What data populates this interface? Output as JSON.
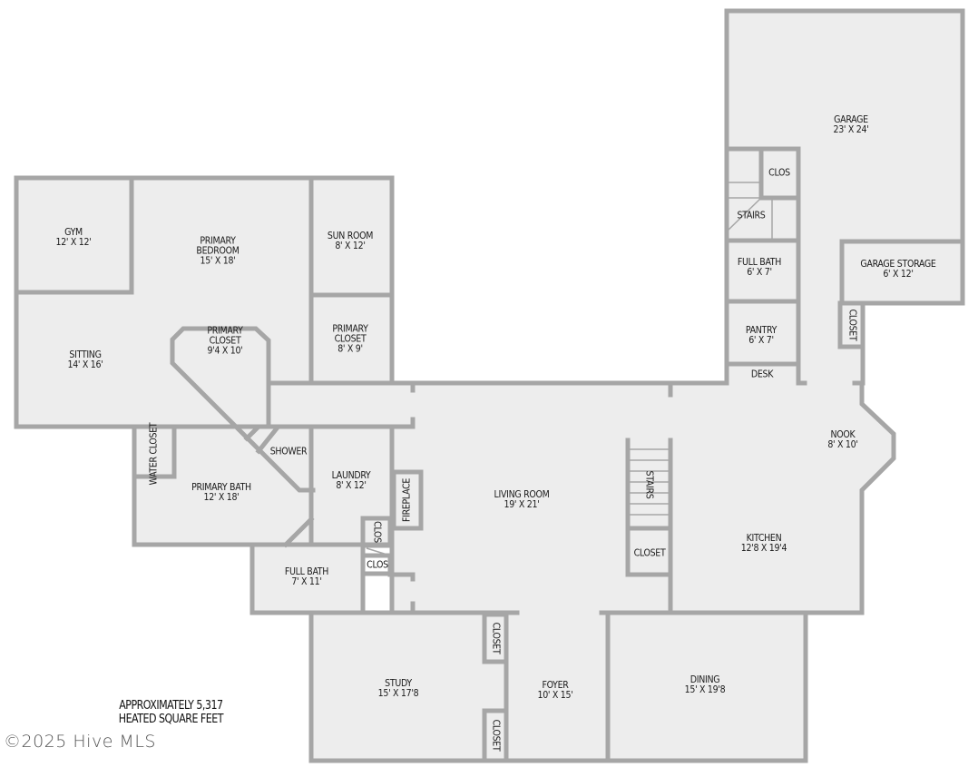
{
  "floorplan": {
    "rooms": [
      {
        "id": "gym",
        "name": "GYM",
        "dims": "12' X 12'"
      },
      {
        "id": "primary-bedroom",
        "name": "PRIMARY BEDROOM",
        "name_lines": [
          "PRIMARY",
          "BEDROOM"
        ],
        "dims": "15' X 18'"
      },
      {
        "id": "sun-room",
        "name": "SUN ROOM",
        "dims": "8' X 12'"
      },
      {
        "id": "sitting",
        "name": "SITTING",
        "dims": "14' X 16'"
      },
      {
        "id": "primary-closet-1",
        "name": "PRIMARY CLOSET",
        "name_lines": [
          "PRIMARY",
          "CLOSET"
        ],
        "dims": "9'4 X 10'"
      },
      {
        "id": "primary-closet-2",
        "name": "PRIMARY CLOSET",
        "name_lines": [
          "PRIMARY",
          "CLOSET"
        ],
        "dims": "8' X 9'"
      },
      {
        "id": "water-closet",
        "name": "WATER CLOSET",
        "name_lines": [
          "WATER",
          "CLOSET"
        ]
      },
      {
        "id": "shower",
        "name": "SHOWER"
      },
      {
        "id": "primary-bath",
        "name": "PRIMARY BATH",
        "dims": "12' X 18'"
      },
      {
        "id": "laundry",
        "name": "LAUNDRY",
        "dims": "8' X 12'"
      },
      {
        "id": "fireplace",
        "name": "FIREPLACE"
      },
      {
        "id": "clos-laundry",
        "name": "CLOS"
      },
      {
        "id": "clos-hall",
        "name": "CLOS"
      },
      {
        "id": "full-bath-1",
        "name": "FULL BATH",
        "dims": "7' X 11'"
      },
      {
        "id": "living-room",
        "name": "LIVING ROOM",
        "dims": "19' X 21'"
      },
      {
        "id": "stairs-main",
        "name": "STAIRS"
      },
      {
        "id": "closet-stairs",
        "name": "CLOSET"
      },
      {
        "id": "kitchen",
        "name": "KITCHEN",
        "dims": "12'8 X 19'4"
      },
      {
        "id": "nook",
        "name": "NOOK",
        "dims": "8' X 10'"
      },
      {
        "id": "desk",
        "name": "DESK"
      },
      {
        "id": "pantry",
        "name": "PANTRY",
        "dims": "6' X 7'"
      },
      {
        "id": "full-bath-2",
        "name": "FULL BATH",
        "dims": "6' X 7'"
      },
      {
        "id": "stairs-garage",
        "name": "STAIRS"
      },
      {
        "id": "clos-garage",
        "name": "CLOS"
      },
      {
        "id": "garage",
        "name": "GARAGE",
        "dims": "23' X 24'"
      },
      {
        "id": "garage-storage",
        "name": "GARAGE STORAGE",
        "dims": "6' X 12'"
      },
      {
        "id": "closet-garage",
        "name": "CLOSET"
      },
      {
        "id": "study",
        "name": "STUDY",
        "dims": "15' X 17'8"
      },
      {
        "id": "closet-study-top",
        "name": "CLOSET"
      },
      {
        "id": "closet-study-bottom",
        "name": "CLOSET"
      },
      {
        "id": "foyer",
        "name": "FOYER",
        "dims": "10' X 15'"
      },
      {
        "id": "dining",
        "name": "DINING",
        "dims": "15' X 19'8"
      }
    ],
    "area_note": {
      "line1": "APPROXIMATELY 5,317",
      "line2": "HEATED SQUARE FEET"
    },
    "copyright": "©2025 Hive MLS",
    "colors": {
      "floor": "#ededed",
      "wall": "#a6a6a6",
      "text": "#1a1a1a",
      "background": "#ffffff"
    }
  }
}
